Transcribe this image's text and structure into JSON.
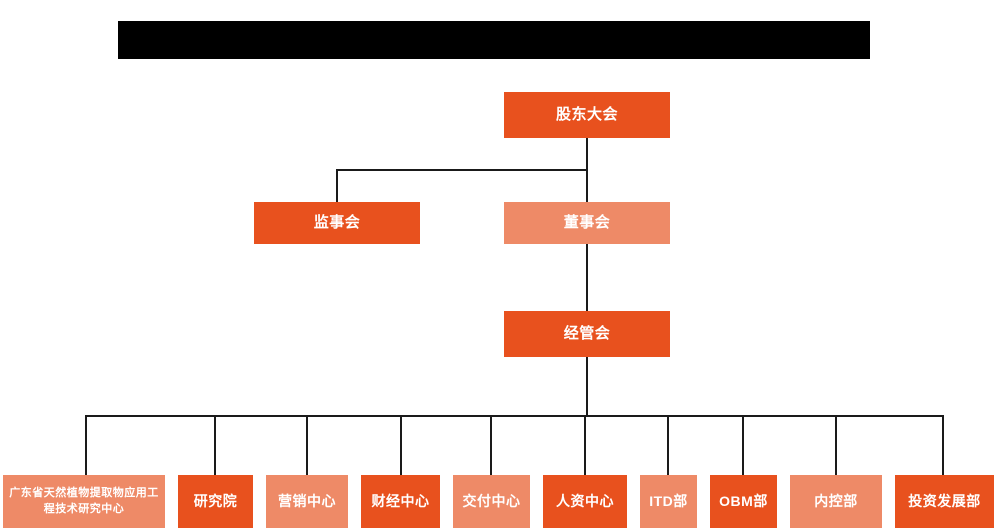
{
  "header": {
    "title_bar_redacted": true,
    "title_bar_text": ""
  },
  "colors": {
    "dark_orange": "#E8511E",
    "light_orange": "#EE8A67",
    "line": "#1a1a1a",
    "background": "#FFFFFF",
    "redaction": "#000000"
  },
  "chart_data": {
    "type": "diagram",
    "title": "",
    "nodes": [
      {
        "id": "shareholders",
        "label": "股东大会",
        "level": 0,
        "tone": "dark"
      },
      {
        "id": "supervisors",
        "label": "监事会",
        "level": 1,
        "tone": "dark"
      },
      {
        "id": "directors",
        "label": "董事会",
        "level": 1,
        "tone": "light"
      },
      {
        "id": "management",
        "label": "经管会",
        "level": 2,
        "tone": "dark"
      },
      {
        "id": "research-center",
        "label": "广东省天然植物提取物应用工程技术研究中心",
        "level": 3,
        "tone": "light"
      },
      {
        "id": "research-institute",
        "label": "研究院",
        "level": 3,
        "tone": "dark"
      },
      {
        "id": "marketing-center",
        "label": "营销中心",
        "level": 3,
        "tone": "light"
      },
      {
        "id": "finance-center",
        "label": "财经中心",
        "level": 3,
        "tone": "dark"
      },
      {
        "id": "delivery-center",
        "label": "交付中心",
        "level": 3,
        "tone": "light"
      },
      {
        "id": "hr-center",
        "label": "人资中心",
        "level": 3,
        "tone": "dark"
      },
      {
        "id": "itd-dept",
        "label": "ITD部",
        "level": 3,
        "tone": "light"
      },
      {
        "id": "obm-dept",
        "label": "OBM部",
        "level": 3,
        "tone": "dark"
      },
      {
        "id": "internal-control-dept",
        "label": "内控部",
        "level": 3,
        "tone": "light"
      },
      {
        "id": "investment-development-dept",
        "label": "投资发展部",
        "level": 3,
        "tone": "dark"
      }
    ],
    "edges": [
      {
        "from": "shareholders",
        "to": "supervisors"
      },
      {
        "from": "shareholders",
        "to": "directors"
      },
      {
        "from": "directors",
        "to": "management"
      },
      {
        "from": "management",
        "to": "research-center"
      },
      {
        "from": "management",
        "to": "research-institute"
      },
      {
        "from": "management",
        "to": "marketing-center"
      },
      {
        "from": "management",
        "to": "finance-center"
      },
      {
        "from": "management",
        "to": "delivery-center"
      },
      {
        "from": "management",
        "to": "hr-center"
      },
      {
        "from": "management",
        "to": "itd-dept"
      },
      {
        "from": "management",
        "to": "obm-dept"
      },
      {
        "from": "management",
        "to": "internal-control-dept"
      },
      {
        "from": "management",
        "to": "investment-development-dept"
      }
    ]
  },
  "org": {
    "shareholders": "股东大会",
    "supervisors": "监事会",
    "directors": "董事会",
    "management": "经管会",
    "departments": [
      "广东省天然植物提取物应用工程技术研究中心",
      "研究院",
      "营销中心",
      "财经中心",
      "交付中心",
      "人资中心",
      "ITD部",
      "OBM部",
      "内控部",
      "投资发展部"
    ]
  }
}
